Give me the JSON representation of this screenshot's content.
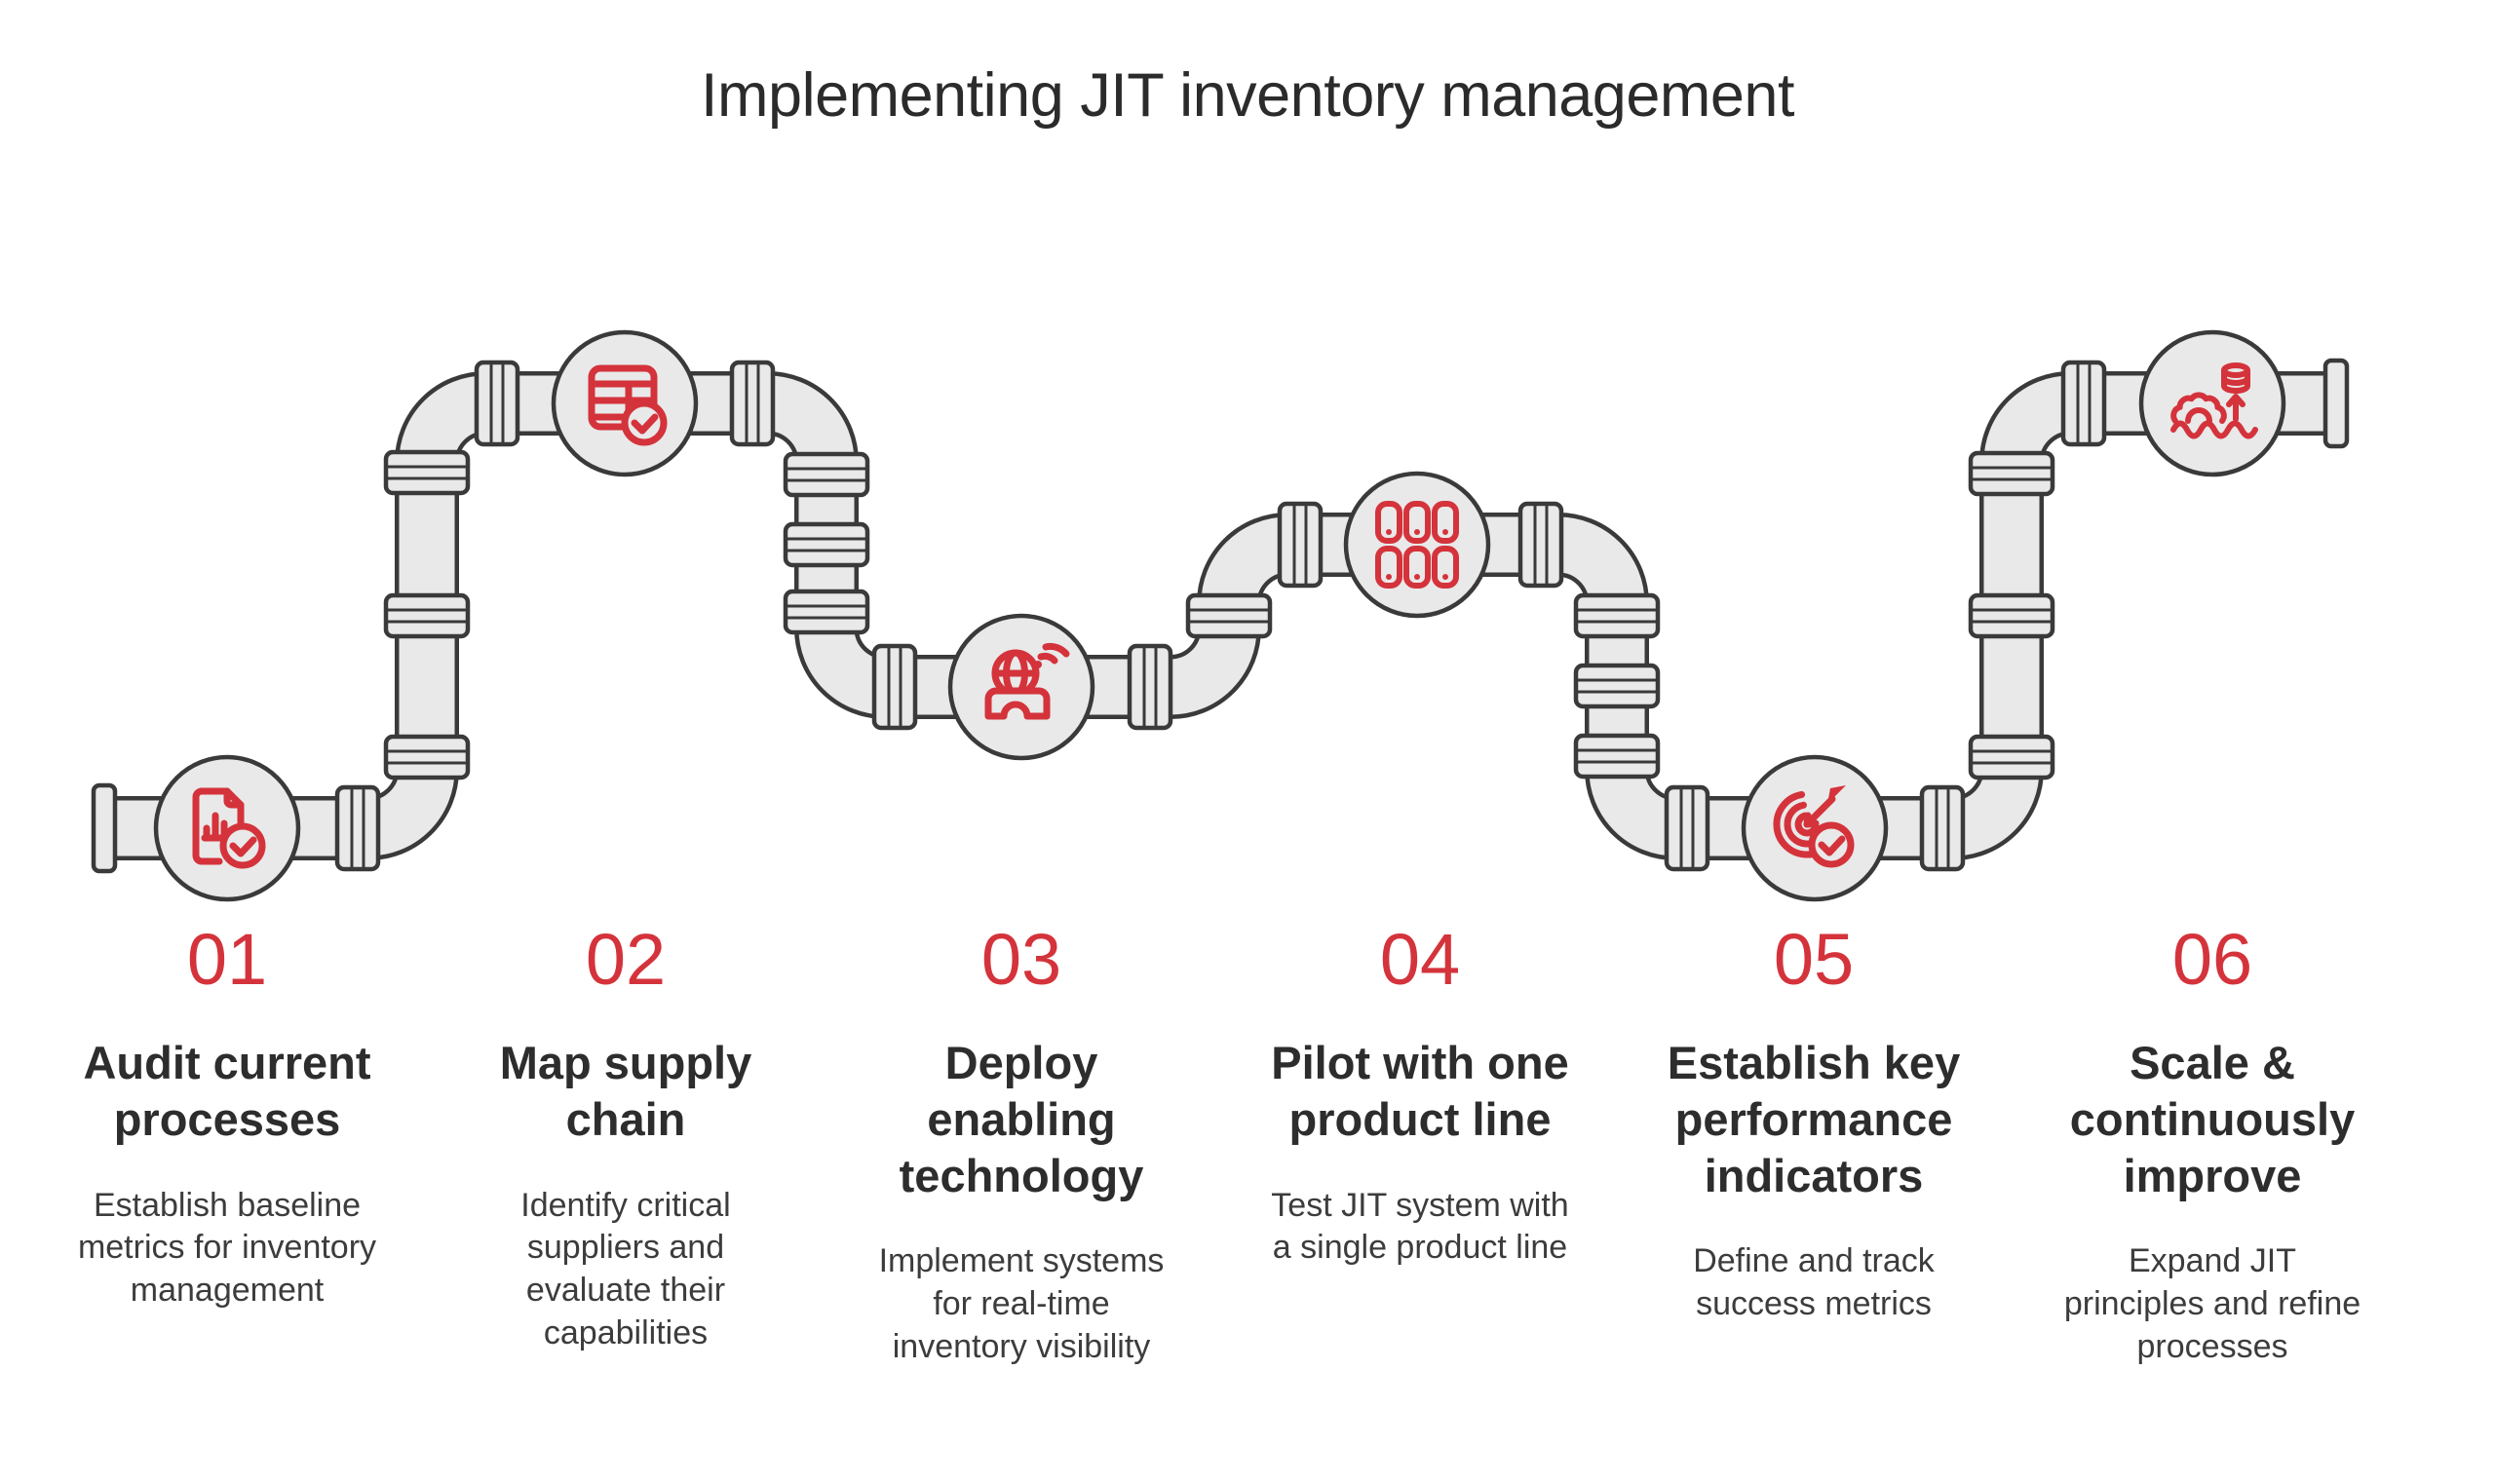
{
  "title": "Implementing JIT inventory management",
  "colors": {
    "accent": "#d4333b",
    "pipe_fill": "#e9e9e9",
    "outline": "#3a3a3a",
    "title_text": "#2b2b2b",
    "heading_text": "#2d2d2d",
    "body_text": "#3c3c3c",
    "background": "#ffffff"
  },
  "steps": [
    {
      "number": "01",
      "title": "Audit current\nprocesses",
      "description": "Establish baseline\nmetrics for inventory\nmanagement",
      "icon": "report-check-icon"
    },
    {
      "number": "02",
      "title": "Map supply\nchain",
      "description": "Identify critical\nsuppliers and\nevaluate their\ncapabilities",
      "icon": "table-check-icon"
    },
    {
      "number": "03",
      "title": "Deploy\nenabling\ntechnology",
      "description": "Implement systems\nfor real-time\ninventory visibility",
      "icon": "connected-market-icon"
    },
    {
      "number": "04",
      "title": "Pilot with one\nproduct line",
      "description": "Test JIT system with\na single product line",
      "icon": "product-grid-icon"
    },
    {
      "number": "05",
      "title": "Establish key\nperformance\nindicators",
      "description": "Define and track\nsuccess metrics",
      "icon": "target-check-icon"
    },
    {
      "number": "06",
      "title": "Scale &\ncontinuously\nimprove",
      "description": "Expand JIT\nprinciples and refine\nprocesses",
      "icon": "scale-up-icon"
    }
  ]
}
